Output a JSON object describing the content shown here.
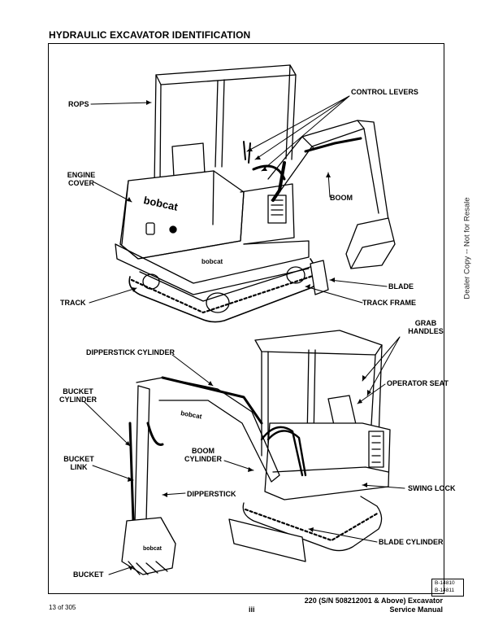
{
  "page": {
    "title": "HYDRAULIC EXCAVATOR IDENTIFICATION",
    "watermark": "Dealer Copy -- Not for Resale",
    "ref_codes": [
      "B-14810",
      "B-14811"
    ],
    "footer": {
      "page_count": "13 of 305",
      "page_number": "iii",
      "model_line": "220 (S/N 508212001 & Above) Excavator",
      "manual_line": "Service Manual"
    }
  },
  "labels": {
    "rops": "ROPS",
    "control_levers": "CONTROL LEVERS",
    "engine_cover": "ENGINE\nCOVER",
    "boom_top": "BOOM",
    "blade": "BLADE",
    "track": "TRACK",
    "track_frame": "TRACK FRAME",
    "grab_handles": "GRAB\nHANDLES",
    "dipperstick_cylinder": "DIPPERSTICK CYLINDER",
    "operator_seat": "OPERATOR SEAT",
    "bucket_cylinder": "BUCKET\nCYLINDER",
    "boom_cylinder": "BOOM\nCYLINDER",
    "bucket_link": "BUCKET\nLINK",
    "dipperstick": "DIPPERSTICK",
    "swing_lock": "SWING LOCK",
    "blade_cylinder": "BLADE CYLINDER",
    "bucket": "BUCKET"
  }
}
